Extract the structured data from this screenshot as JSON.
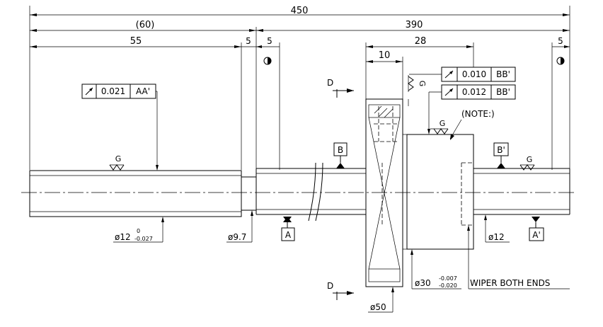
{
  "dimensions": {
    "overall_length": "450",
    "left_section": "(60)",
    "right_section": "390",
    "left_step": "55",
    "groove_left": "5",
    "groove_right": "5",
    "end_right": "5",
    "nut_flange": "10",
    "nut_length": "28"
  },
  "tolerance_frames": [
    {
      "value": "0.021",
      "datum": "AA'"
    },
    {
      "value": "0.010",
      "datum": "BB'"
    },
    {
      "value": "0.012",
      "datum": "BB'"
    }
  ],
  "datums": {
    "a": "A",
    "a_prime": "A'",
    "b": "B",
    "b_prime": "B'"
  },
  "surface_marks": {
    "grind": "G"
  },
  "section_label": "D",
  "note": "(NOTE:)",
  "diameters": {
    "shaft_end": "ø12",
    "shaft_end_upper_tol": "0",
    "shaft_end_lower_tol": "-0.027",
    "neck": "ø9.7",
    "screw_end": "ø12",
    "nut_body": "ø30",
    "nut_body_upper_tol": "-0.007",
    "nut_body_lower_tol": "-0.020",
    "flange": "ø50"
  },
  "wiper_note": "WIPER BOTH ENDS"
}
